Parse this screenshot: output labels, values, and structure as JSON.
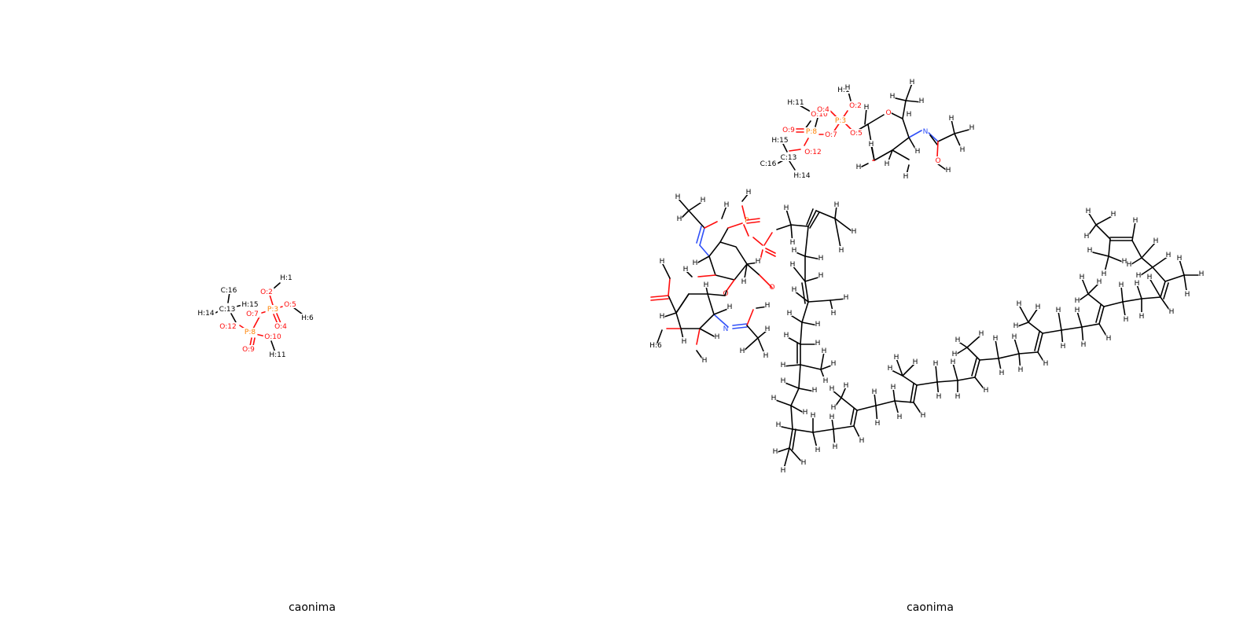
{
  "panels": [
    {
      "caption": "caonima",
      "atom_labels": [
        "C:16",
        "H:15",
        "C:13",
        "H:14",
        "O:2",
        "H:1",
        "O:7",
        "P:3",
        "O:5",
        "H:6",
        "O:12",
        "P:8",
        "O:4",
        "O:10",
        "O:9",
        "H:11"
      ]
    },
    {
      "caption": "caonima",
      "atom_labels": [
        "H:11",
        "O:10",
        "O:4",
        "O:2",
        "H:1",
        "O:9",
        "P:8",
        "O:7",
        "P:3",
        "O:5",
        "H:15",
        "O:12",
        "C:13",
        "C:16",
        "H:14",
        "N",
        "O",
        "H",
        "O",
        "N",
        "O",
        "O",
        "P",
        "H:6"
      ]
    }
  ],
  "colors": {
    "oxygen": "#ff0d0d",
    "phosphorus": "#ff8000",
    "nitrogen": "#3050f8",
    "carbon": "#000000",
    "hydrogen": "#000000"
  }
}
